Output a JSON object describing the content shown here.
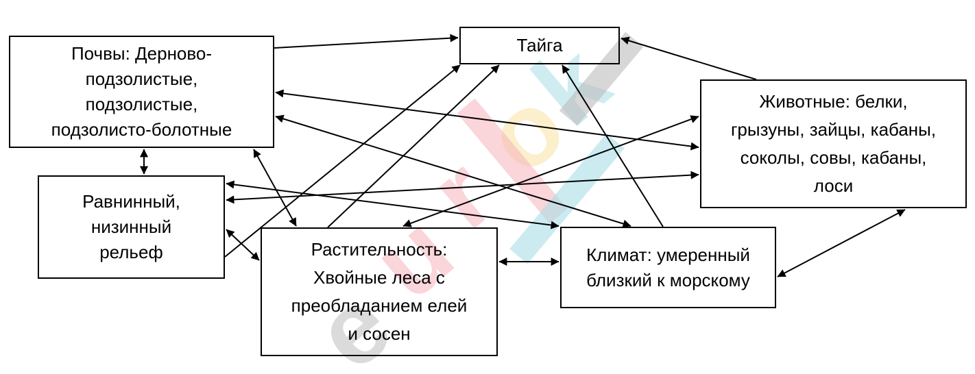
{
  "boxes": {
    "taiga": {
      "lines": [
        "Тайга"
      ]
    },
    "soils": {
      "lines": [
        "Почвы: Дерново-",
        "подзолистые,",
        "подзолистые,",
        "подзолисто-болотные"
      ]
    },
    "relief": {
      "lines": [
        "Равнинный,",
        "низинный",
        "рельеф"
      ]
    },
    "plants": {
      "lines": [
        "Растительность:",
        "Хвойные леса с",
        "преобладанием елей",
        "и сосен"
      ]
    },
    "climate": {
      "lines": [
        "Климат: умеренный",
        "близкий к морскому"
      ]
    },
    "animals": {
      "lines": [
        "Животные: белки,",
        "грызуны, зайцы, кабаны,",
        "соколы, совы, кабаны,",
        "лоси"
      ]
    }
  },
  "watermark": {
    "text": "eurok",
    "colors": [
      "#f6b2bc",
      "#f8e2a2",
      "#a8dde6",
      "#bdbdbd"
    ]
  },
  "line_color": "#000000"
}
